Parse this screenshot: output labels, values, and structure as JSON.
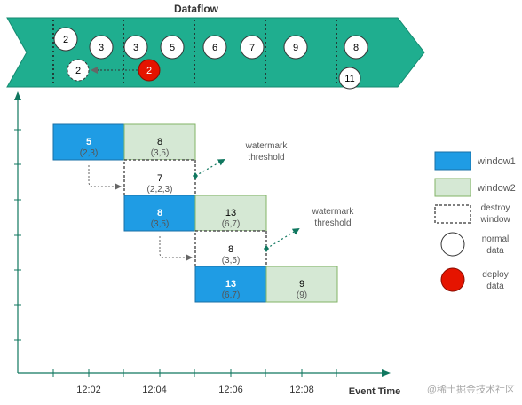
{
  "title": "Dataflow",
  "stream_values": {
    "row1": [
      "2",
      "3",
      "3",
      "5",
      "6",
      "7",
      "9",
      "8"
    ],
    "row2_dashed": "2",
    "row2_red": "2",
    "row2_last": "11"
  },
  "windows": {
    "w1_blue": {
      "value": "5",
      "sub": "(2,3)"
    },
    "w1_green": {
      "value": "8",
      "sub": "(3,5)"
    },
    "w1_destroy": {
      "value": "7",
      "sub": "(2,2,3)"
    },
    "w2_blue": {
      "value": "8",
      "sub": "(3,5)"
    },
    "w2_green": {
      "value": "13",
      "sub": "(6,7)"
    },
    "w2_destroy": {
      "value": "8",
      "sub": "(3,5)"
    },
    "w3_blue": {
      "value": "13",
      "sub": "(6,7)"
    },
    "w3_green": {
      "value": "9",
      "sub": "(9)"
    }
  },
  "annotations": {
    "watermark1": [
      "watermark",
      "threshold"
    ],
    "watermark2": [
      "watermark",
      "threshold"
    ]
  },
  "axis": {
    "ticks": [
      "12:02",
      "12:04",
      "12:06",
      "12:08"
    ],
    "xlabel": "Event Time"
  },
  "legend": {
    "window1": "window1",
    "window2": "window2",
    "destroy": [
      "destroy",
      "window"
    ],
    "normal": [
      "normal",
      "data"
    ],
    "deploy": [
      "deploy",
      "data"
    ]
  },
  "watermark_text": "@稀土掘金技术社区",
  "colors": {
    "band": "#1fae8f",
    "blue": "#1f9ce4",
    "green": "#d5e8d4",
    "red": "#e51400",
    "teal_dot": "#10775f"
  }
}
